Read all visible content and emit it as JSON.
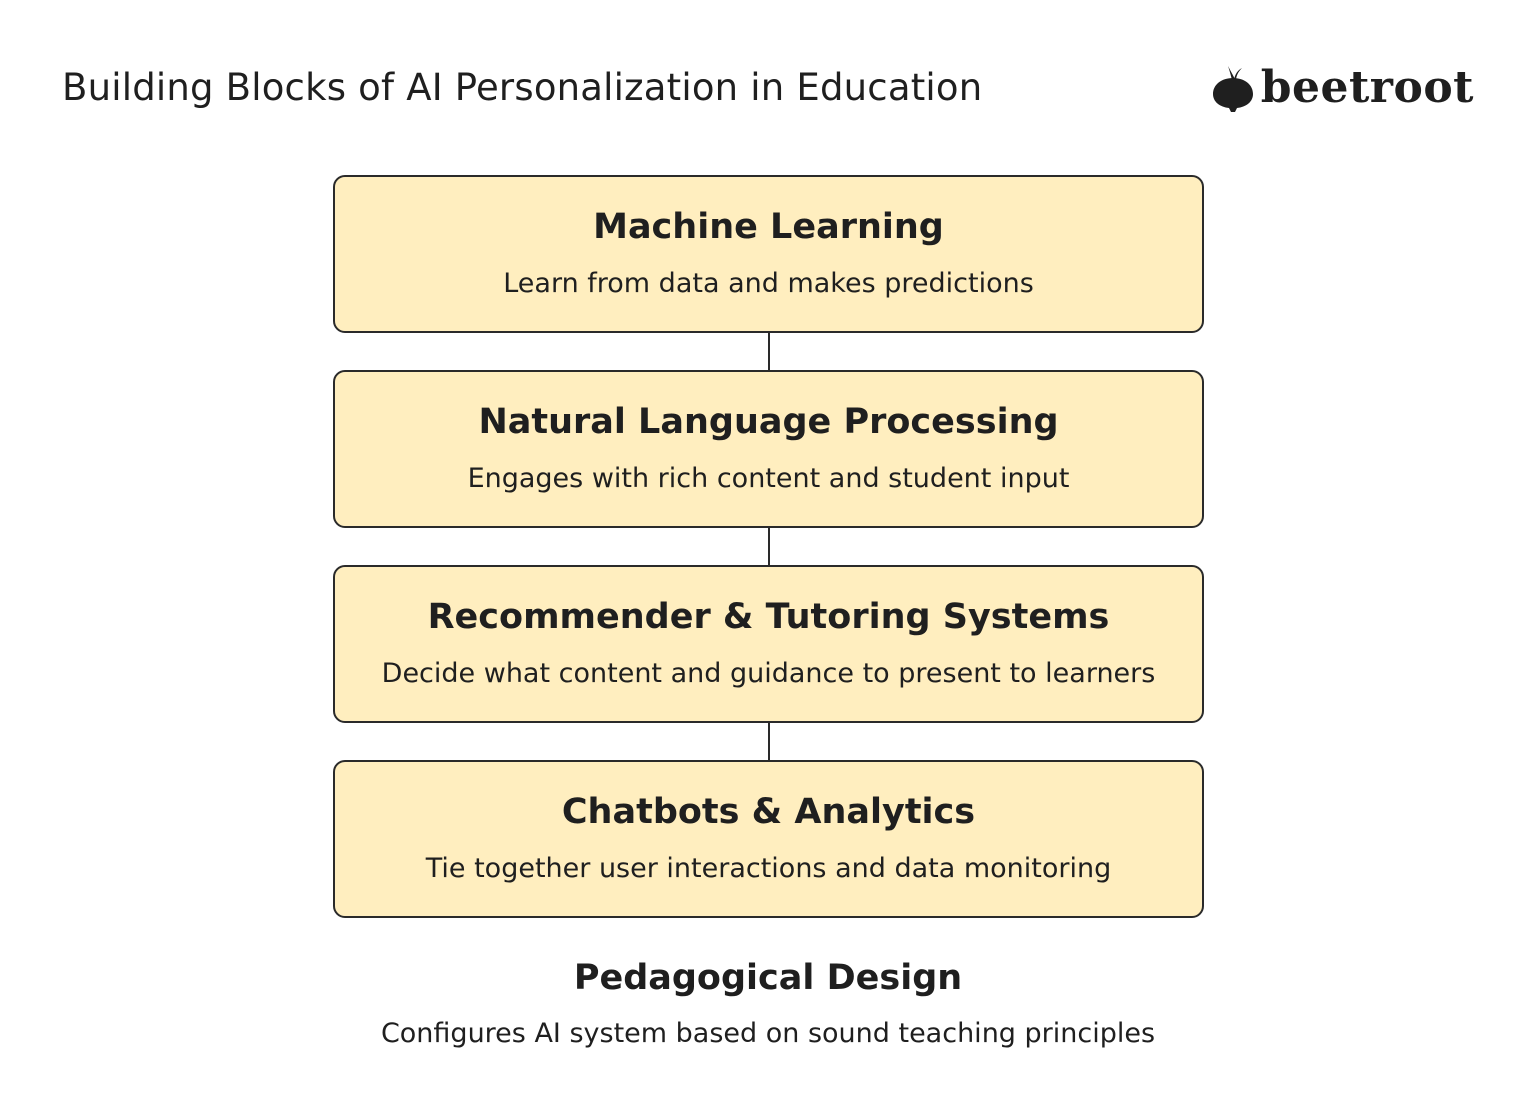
{
  "header": {
    "title": "Building Blocks of AI Personalization in Education",
    "brand": {
      "name": "beetroot",
      "icon": "beetroot-logo-icon"
    }
  },
  "blocks": [
    {
      "title": "Machine Learning",
      "description": "Learn from data and makes predictions"
    },
    {
      "title": "Natural Language Processing",
      "description": "Engages with rich content and student input"
    },
    {
      "title": "Recommender & Tutoring Systems",
      "description": "Decide what content and guidance to present to learners"
    },
    {
      "title": "Chatbots & Analytics",
      "description": "Tie together user interactions and data monitoring"
    }
  ],
  "foundation": {
    "title": "Pedagogical Design",
    "description": "Configures AI system based on sound teaching principles"
  },
  "colors": {
    "block_fill": "#ffeebf",
    "block_border": "#2a2a2a",
    "text": "#1f1f1f",
    "background": "#ffffff"
  }
}
